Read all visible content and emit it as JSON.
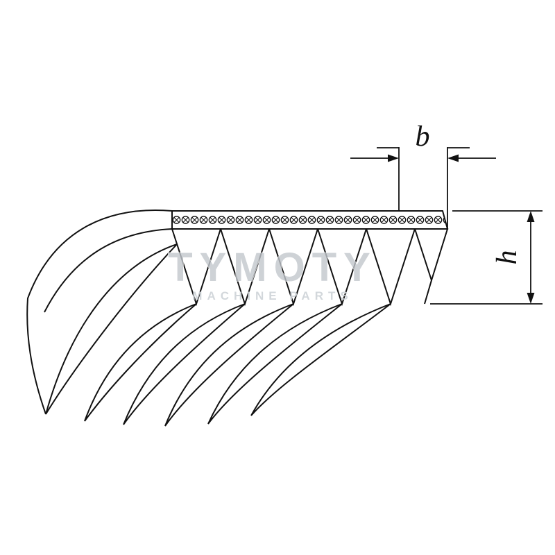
{
  "diagram": {
    "subject": "poly-v ribbed belt profile drawing",
    "labels": {
      "width": "b",
      "height": "h"
    },
    "watermark": {
      "line1": "TYMOTY",
      "line2": "MACHINE PARTS"
    },
    "colors": {
      "line": "#111111",
      "background": "#ffffff",
      "watermark": "#c2c7cd"
    }
  }
}
